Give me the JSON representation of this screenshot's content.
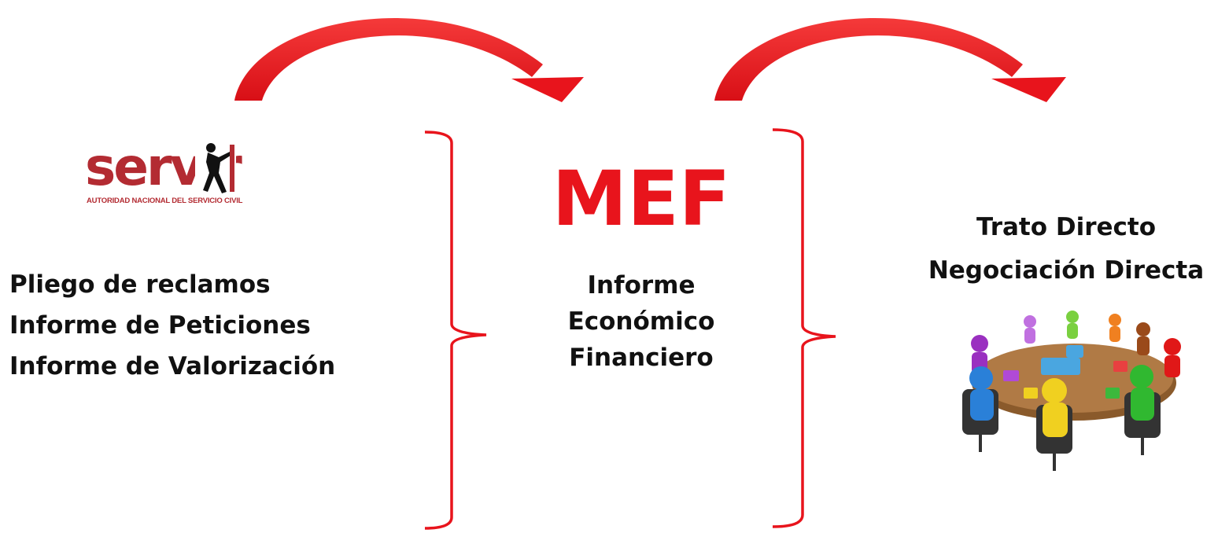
{
  "logo": {
    "word": "servir",
    "subtitle": "AUTORIDAD NACIONAL DEL SERVICIO CIVIL"
  },
  "left_items": [
    "Pliego de reclamos",
    "Informe de Peticiones",
    "Informe de Valorización"
  ],
  "center": {
    "title": "MEF",
    "lines": [
      "Informe",
      "Económico",
      "Financiero"
    ]
  },
  "right": {
    "lines": [
      "Trato Directo",
      "Negociación Directa"
    ],
    "image": "meeting-table-illustration"
  },
  "colors": {
    "arrow": "#e8141c",
    "brace": "#e8141c",
    "mef": "#e8141c",
    "logo": "#b32b32",
    "text": "#111111"
  }
}
